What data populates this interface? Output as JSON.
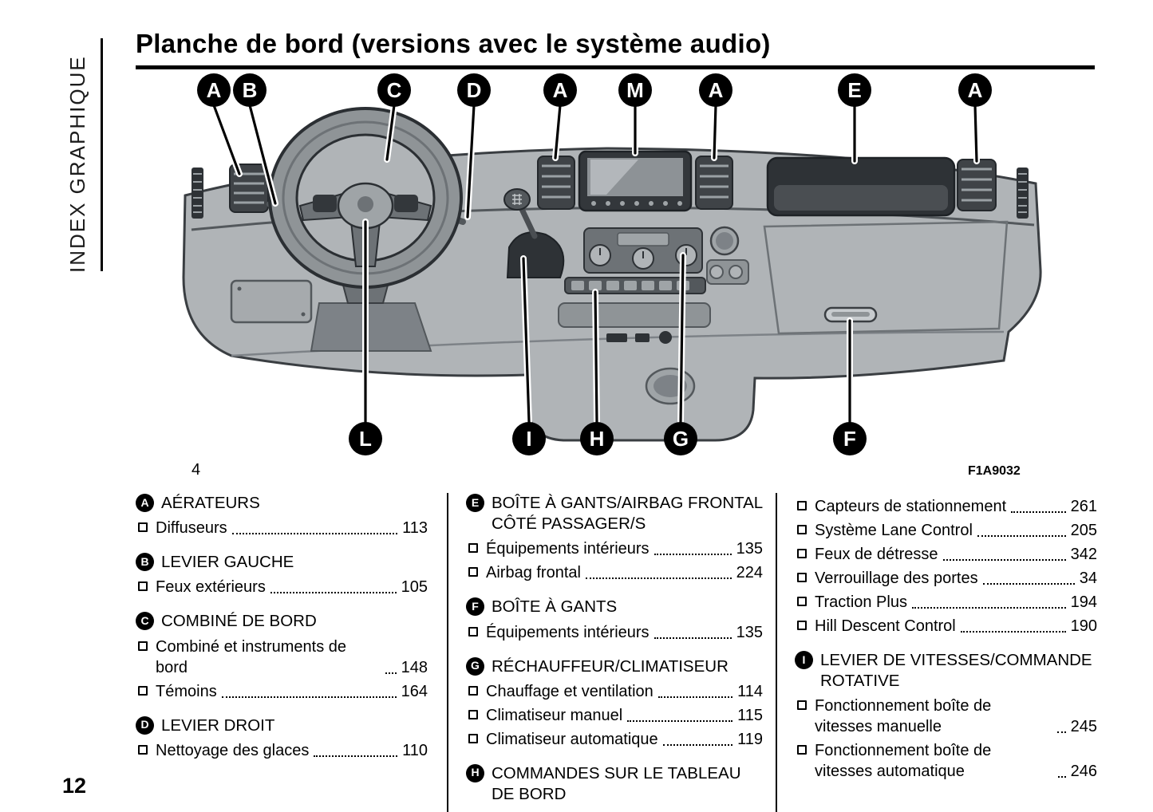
{
  "sidebar": {
    "vertical_label": "INDEX GRAPHIQUE"
  },
  "header": {
    "title": "Planche de bord (versions avec le système audio)"
  },
  "figure": {
    "number": "4",
    "code": "F1A9032",
    "callouts_top": [
      "A",
      "B",
      "C",
      "D",
      "A",
      "M",
      "A",
      "E",
      "A"
    ],
    "callouts_bottom": [
      "L",
      "I",
      "H",
      "G",
      "F"
    ]
  },
  "index": {
    "columns": [
      {
        "sections": [
          {
            "letter": "A",
            "heading": "AÉRATEURS",
            "items": [
              {
                "label": "Diffuseurs",
                "page": "113"
              }
            ]
          },
          {
            "letter": "B",
            "heading": "LEVIER GAUCHE",
            "items": [
              {
                "label": "Feux extérieurs",
                "page": "105"
              }
            ]
          },
          {
            "letter": "C",
            "heading": "COMBINÉ DE BORD",
            "items": [
              {
                "label": "Combiné et instruments de bord",
                "page": "148"
              },
              {
                "label": "Témoins",
                "page": "164"
              }
            ]
          },
          {
            "letter": "D",
            "heading": "LEVIER DROIT",
            "items": [
              {
                "label": "Nettoyage des glaces",
                "page": "110"
              }
            ]
          }
        ]
      },
      {
        "sections": [
          {
            "letter": "E",
            "heading": "BOÎTE À GANTS/AIRBAG FRONTAL CÔTÉ PASSAGER/S",
            "items": [
              {
                "label": "Équipements intérieurs",
                "page": "135"
              },
              {
                "label": "Airbag frontal",
                "page": "224"
              }
            ]
          },
          {
            "letter": "F",
            "heading": "BOÎTE À GANTS",
            "items": [
              {
                "label": "Équipements intérieurs",
                "page": "135"
              }
            ]
          },
          {
            "letter": "G",
            "heading": "RÉCHAUFFEUR/CLIMATISEUR",
            "items": [
              {
                "label": "Chauffage et ventilation",
                "page": "114"
              },
              {
                "label": "Climatiseur manuel",
                "page": "115"
              },
              {
                "label": "Climatiseur automatique",
                "page": "119"
              }
            ]
          },
          {
            "letter": "H",
            "heading": "COMMANDES SUR LE TABLEAU DE BORD",
            "items": []
          }
        ]
      },
      {
        "sections": [
          {
            "items": [
              {
                "label": "Capteurs de stationnement",
                "page": "261"
              },
              {
                "label": "Système Lane Control",
                "page": "205"
              },
              {
                "label": "Feux de détresse",
                "page": "342"
              },
              {
                "label": "Verrouillage des portes",
                "page": "34"
              },
              {
                "label": "Traction Plus",
                "page": "194"
              },
              {
                "label": "Hill Descent Control",
                "page": "190"
              }
            ]
          },
          {
            "letter": "I",
            "heading": "LEVIER DE VITESSES/COMMANDE ROTATIVE",
            "items": [
              {
                "label": "Fonctionnement boîte de vitesses manuelle",
                "page": "245"
              },
              {
                "label": "Fonctionnement boîte de vitesses automatique",
                "page": "246"
              }
            ]
          }
        ]
      }
    ]
  },
  "footer": {
    "page_number": "12"
  }
}
